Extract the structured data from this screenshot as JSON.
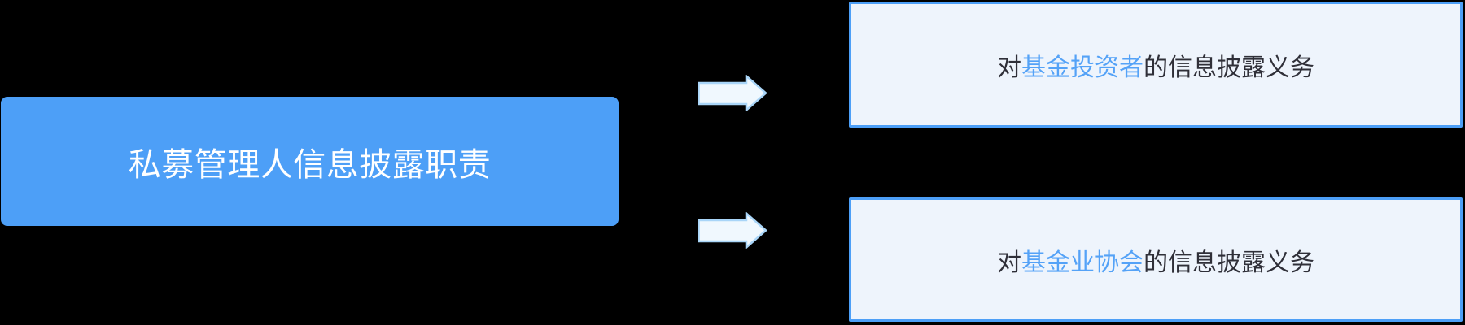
{
  "colors": {
    "background": "#000000",
    "primary-blue": "#4D9FF7",
    "node-fill": "#EEF4FC",
    "arrow-fill": "#F0F8FE",
    "arrow-stroke": "#A9D5F8",
    "text-dark": "#2F2F38",
    "text-blue": "#54A2F7",
    "text-white": "#FFFFFF"
  },
  "diagram": {
    "root_node": {
      "label": "私募管理人信息披露职责"
    },
    "branches": [
      {
        "prefix": "对",
        "highlight": "基金投资者",
        "suffix": "的信息披露义务"
      },
      {
        "prefix": "对",
        "highlight": "基金业协会",
        "suffix": "的信息披露义务"
      }
    ]
  }
}
